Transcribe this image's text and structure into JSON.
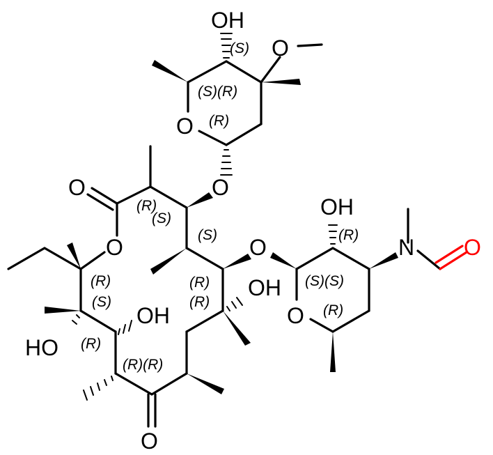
{
  "atoms": {
    "oh_top": "OH",
    "o_methoxy": "O",
    "o_ring_top": "O",
    "o_glycoside_top": "O",
    "o_ketone_lactone": "O",
    "o_lactone_ring": "O",
    "o_glycoside_right": "O",
    "oh_sugar_right": "OH",
    "n_amine": "N",
    "o_formyl": "O",
    "o_ring_right": "O",
    "oh_mid": "OH",
    "oh_center": "OH",
    "ho_left": "HO",
    "o_ketone_bottom": "O"
  },
  "stereo": {
    "s1": "(S)",
    "s2": "(S)(R)",
    "s3": "(R)",
    "s4": "(R)",
    "s5": "(S)",
    "s6": "(S)",
    "s7": "(R)",
    "s8": "(S)(S)",
    "s9": "(R)",
    "s10": "(S)",
    "s11": "(R)",
    "s12": "(R)",
    "s13": "(R)",
    "s14": "(R)",
    "s15": "(R)(R)"
  },
  "colors": {
    "bond": "#000000",
    "heteroatom_highlight": "#ff0000"
  }
}
